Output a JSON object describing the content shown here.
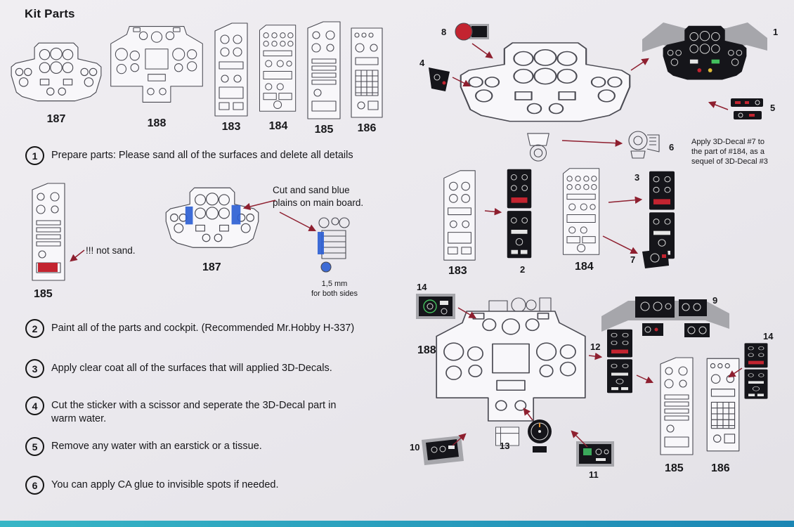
{
  "title": "Kit Parts",
  "colors": {
    "arrow_red": "#8e1f2f",
    "decal_red": "#c32430",
    "blue_mark": "#2e5fd4",
    "footer_teal": "#1b86b4"
  },
  "kit_parts": {
    "labels": [
      "187",
      "188",
      "183",
      "184",
      "185",
      "186"
    ]
  },
  "steps": [
    {
      "num": "1",
      "text": "Prepare parts: Please sand all of the surfaces and delete all details"
    },
    {
      "num": "2",
      "text": "Paint all of the parts and cockpit. (Recommended Mr.Hobby H-337)"
    },
    {
      "num": "3",
      "text": "Apply clear coat all of the surfaces that will applied 3D-Decals."
    },
    {
      "num": "4",
      "text": "Cut the sticker with a scissor and seperate the 3D-Decal part in warm water."
    },
    {
      "num": "5",
      "text": "Remove any water with an earstick or a tissue."
    },
    {
      "num": "6",
      "text": "You can apply CA glue to invisible spots if needed."
    }
  ],
  "notes": {
    "not_sand": "!!! not sand.",
    "cut_sand": "Cut and sand blue\nplains on main board.",
    "thickness": "1,5 mm\nfor both sides",
    "decal7": "Apply 3D-Decal #7 to\nthe part of #184, as a\nsequel of 3D-Decal #3"
  },
  "mid_labels": {
    "p185": "185",
    "p187": "187"
  },
  "right_labels": {
    "p183": "183",
    "p184": "184",
    "p188": "188",
    "p185": "185",
    "p186": "186"
  },
  "callouts": [
    "8",
    "4",
    "1",
    "5",
    "6",
    "2",
    "3",
    "7",
    "14",
    "12",
    "9",
    "14",
    "10",
    "13",
    "11"
  ]
}
